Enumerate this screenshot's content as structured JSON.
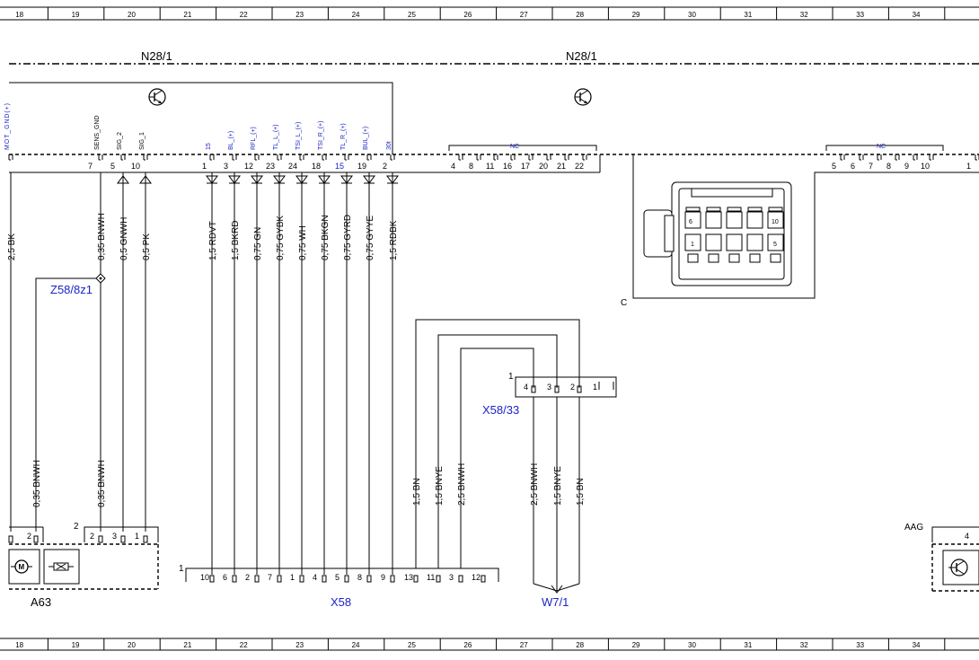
{
  "ruler": {
    "columns": [
      "18",
      "19",
      "20",
      "21",
      "22",
      "23",
      "24",
      "25",
      "26",
      "27",
      "28",
      "29",
      "30",
      "31",
      "32",
      "33",
      "34"
    ]
  },
  "components": {
    "n28_left": "N28/1",
    "n28_right": "N28/1",
    "z58": "Z58/8z1",
    "x58_33": "X58/33",
    "x58_33_pin1": "1",
    "x58": "X58",
    "x58_pin1": "1",
    "w7": "W7/1",
    "a63": "A63",
    "a63_pin2": "2",
    "c": "C",
    "aag": "AAG",
    "aag_pin": "4"
  },
  "signal_labels": [
    {
      "text": "MOT_GND(+)",
      "color": "blue"
    },
    {
      "text": "SENS_GND",
      "color": "black"
    },
    {
      "text": "SIG_2",
      "color": "black"
    },
    {
      "text": "SIG_1",
      "color": "black"
    },
    {
      "text": "15",
      "color": "blue"
    },
    {
      "text": "BL_(+)",
      "color": "blue"
    },
    {
      "text": "RFL_(+)",
      "color": "blue"
    },
    {
      "text": "TL_L_(+)",
      "color": "blue"
    },
    {
      "text": "TSI_L_(+)",
      "color": "blue"
    },
    {
      "text": "TSI_R_(+)",
      "color": "blue"
    },
    {
      "text": "TL_R_(+)",
      "color": "blue"
    },
    {
      "text": "BUL_(+)",
      "color": "blue"
    },
    {
      "text": "30t",
      "color": "blue"
    }
  ],
  "connector_pins": [
    "7",
    "5",
    "10",
    "1",
    "3",
    "12",
    "23",
    "24",
    "18",
    "15",
    "19",
    "2"
  ],
  "pin15_color": "blue",
  "nc_label": "NC",
  "nc_pins_1": [
    "4",
    "8",
    "11",
    "16",
    "17",
    "20",
    "21",
    "22"
  ],
  "nc_pins_2": [
    "5",
    "6",
    "7",
    "8",
    "9",
    "10",
    "1"
  ],
  "wires_upper": [
    "2,5 BK",
    "0,35 BNWH",
    "0,5 GNWH",
    "0,5 PK",
    "1,5 RDVT",
    "1,5 BKRD",
    "0,75 GN",
    "0,75 GYBK",
    "0,75 WH",
    "0,75 BKGN",
    "0,75 GYRD",
    "0,75 GYYE",
    "1,5 RDBK"
  ],
  "wires_lower_left": [
    "0,35 BNWH",
    "0,35 BNWH"
  ],
  "wires_lower_mid": [
    "1,5 BN",
    "1,5 BNYE",
    "2,5 BNWH"
  ],
  "wires_lower_right": [
    "2,5 BNWH",
    "1,5 BNYE",
    "1,5 BN"
  ],
  "x58_33_pins": [
    "4",
    "3",
    "2",
    "1"
  ],
  "x58_pins": [
    "10",
    "6",
    "2",
    "7",
    "1",
    "4",
    "5",
    "8",
    "9",
    "13",
    "11",
    "3",
    "12"
  ],
  "a63_pins_left": [
    "2"
  ],
  "a63_pins_right": [
    "2",
    "3",
    "1"
  ],
  "connector_c_pins_top": [
    "6",
    "",
    "",
    "",
    "10"
  ],
  "connector_c_pins_bottom": [
    "1",
    "",
    "",
    "",
    "5"
  ],
  "colors": {
    "accent": "#1b24c8",
    "line": "#000000"
  }
}
